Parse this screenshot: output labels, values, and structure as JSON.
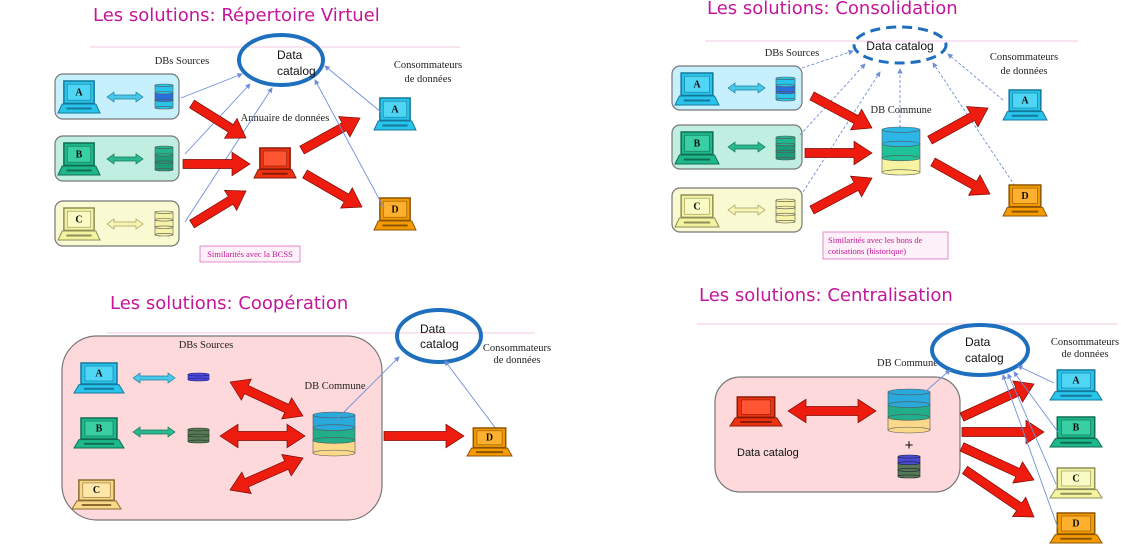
{
  "colors": {
    "title": "#c4169a",
    "catalog_ring": "#1f6fbf",
    "flow_arrow": "#ee1c0e",
    "link_line": "#6f8fd8",
    "group_box": "#fdd9db",
    "source_a": "#c6f0fb",
    "source_b": "#c0eee0",
    "source_c": "#fafad2"
  },
  "panels": [
    {
      "title": "Les solutions: Répertoire Virtuel",
      "catalog": [
        "Data",
        "catalog"
      ],
      "sources_label": "DBs Sources",
      "consumers_label": [
        "Consommateurs",
        "de données"
      ],
      "hub_label": "Annuaire de données",
      "sources": [
        "A",
        "B",
        "C"
      ],
      "consumers": [
        "A",
        "D"
      ],
      "note": [
        "Similarités avec la BCSS"
      ]
    },
    {
      "title": "Les solutions: Consolidation",
      "catalog": [
        "Data catalog"
      ],
      "sources_label": "DBs Sources",
      "consumers_label": [
        "Consommateurs",
        "de données"
      ],
      "hub_label": "DB Commune",
      "sources": [
        "A",
        "B",
        "C"
      ],
      "consumers": [
        "A",
        "D"
      ],
      "note": [
        "Similarités avec les bons de",
        "cotisations (historique)"
      ]
    },
    {
      "title": "Les solutions: Coopération",
      "catalog": [
        "Data",
        "catalog"
      ],
      "sources_label": "DBs Sources",
      "consumers_label": [
        "Consommateurs",
        "de données"
      ],
      "hub_label": "DB Commune",
      "sources": [
        "A",
        "B",
        "C"
      ],
      "consumers": [
        "D"
      ]
    },
    {
      "title": "Les solutions: Centralisation",
      "catalog": [
        "Data",
        "catalog"
      ],
      "consumers_label": [
        "Consommateurs",
        "de données"
      ],
      "hub_label": "DB Commune",
      "inner_label": "Data catalog",
      "plus": "+",
      "consumers": [
        "A",
        "B",
        "C",
        "D"
      ]
    }
  ]
}
